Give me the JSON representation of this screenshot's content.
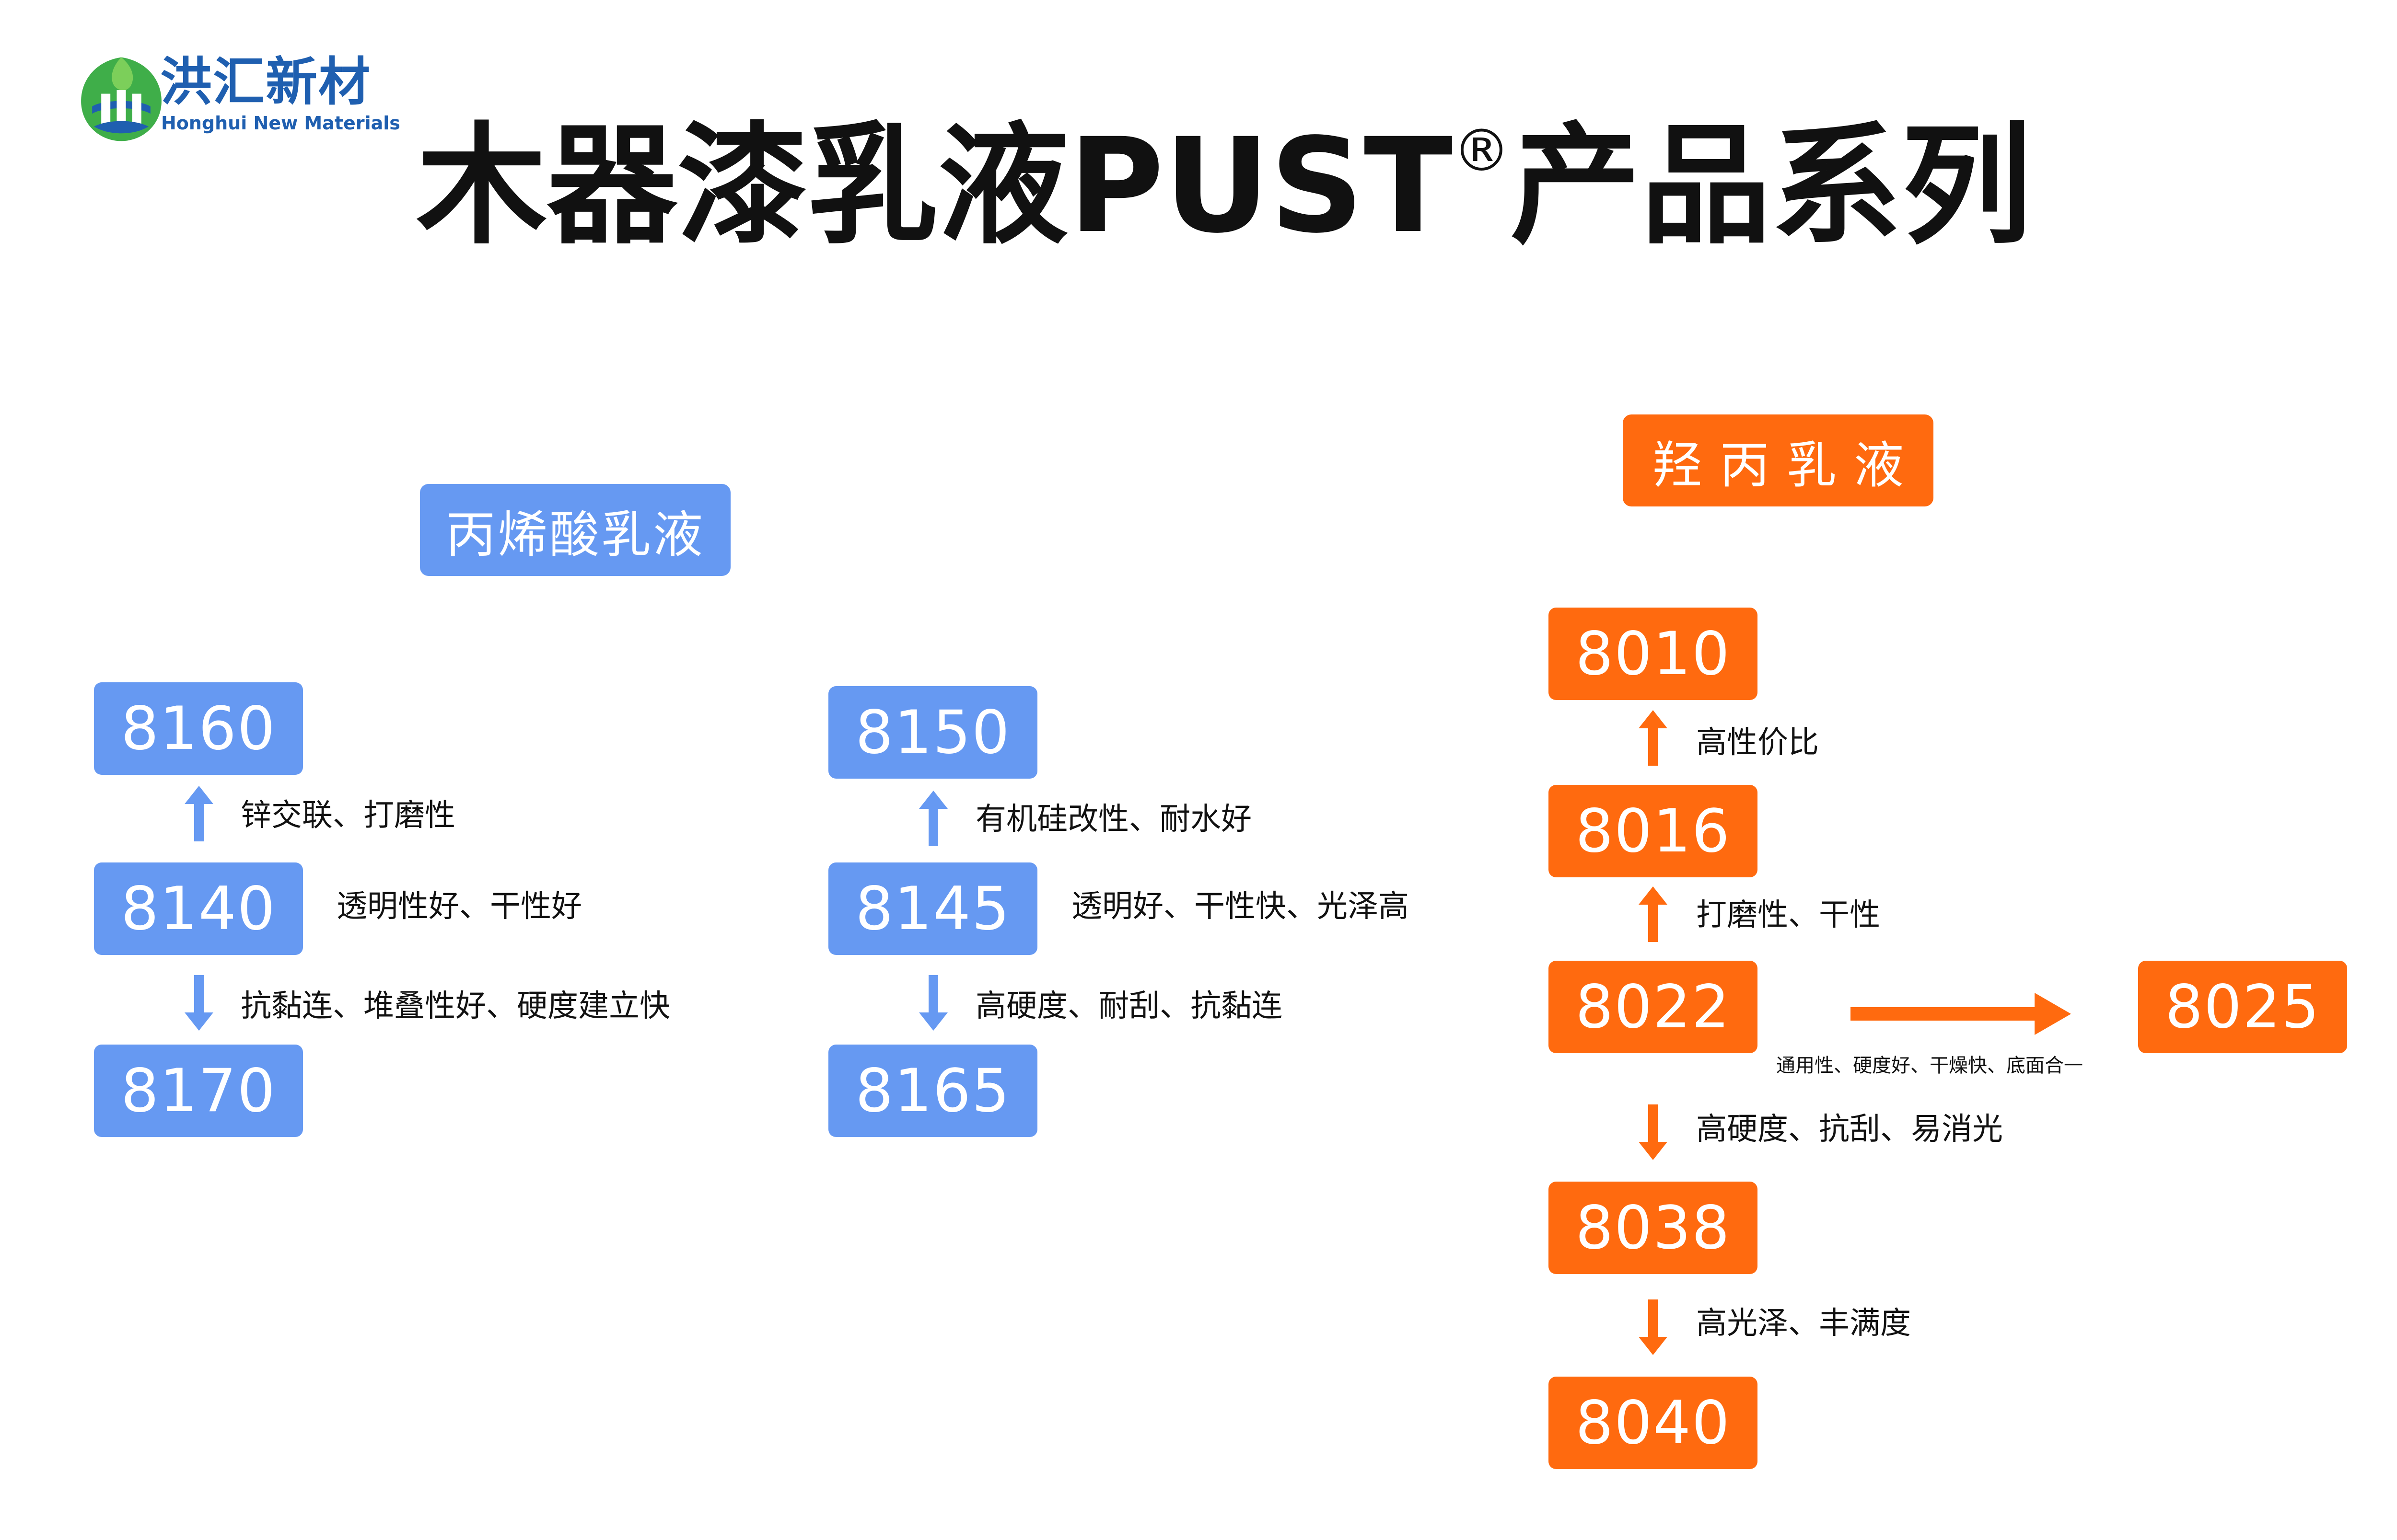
{
  "logo": {
    "name_cn": "洪汇新材",
    "name_en": "Honghui New Materials"
  },
  "title": {
    "main": "木器漆乳液PUST",
    "registered_mark": "®",
    "suffix": "产品系列"
  },
  "categories": {
    "acrylic": "丙烯酸乳液",
    "hydroxy_acrylic": "羟丙乳液"
  },
  "acrylic_series_1": {
    "top": "8160",
    "middle": "8140",
    "bottom": "8170",
    "up_note": "锌交联、打磨性",
    "middle_note": "透明性好、干性好",
    "down_note": "抗黏连、堆叠性好、硬度建立快"
  },
  "acrylic_series_2": {
    "top": "8150",
    "middle": "8145",
    "bottom": "8165",
    "up_note": "有机硅改性、耐水好",
    "middle_note": "透明好、干性快、光泽高",
    "down_note": "高硬度、耐刮、抗黏连"
  },
  "hydroxy_series": {
    "p8010": "8010",
    "p8016": "8016",
    "p8022": "8022",
    "p8025": "8025",
    "p8038": "8038",
    "p8040": "8040",
    "note_8016_to_8010": "高性价比",
    "note_8022_to_8016": "打磨性、干性",
    "note_8022_to_8025": "通用性、硬度好、干燥快、底面合一",
    "note_8022_to_8038": "高硬度、抗刮、易消光",
    "note_8038_to_8040": "高光泽、丰满度"
  },
  "colors": {
    "blue": "#6699f2",
    "orange": "#ff6a0f",
    "logo_blue": "#1f5fb0",
    "logo_green": "#3fae49"
  }
}
